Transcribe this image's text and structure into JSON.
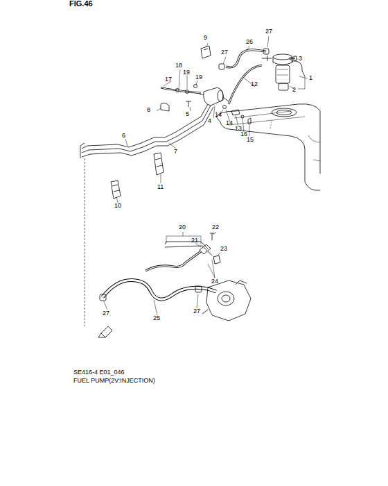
{
  "diagram": {
    "caption": "FUEL PUMP(2V:INJECTION)",
    "labels": [
      "FIG.46",
      "27",
      "9",
      "26",
      "3",
      "27",
      "1",
      "2",
      "18",
      "19",
      "17",
      "19",
      "12",
      "5",
      "8",
      "14",
      "4",
      "14",
      "13",
      "16",
      "15",
      "6",
      "7",
      "11",
      "10",
      "20",
      "22",
      "21",
      "23",
      "24",
      "27",
      "27",
      "25",
      "SE416-4 E01_046"
    ]
  }
}
